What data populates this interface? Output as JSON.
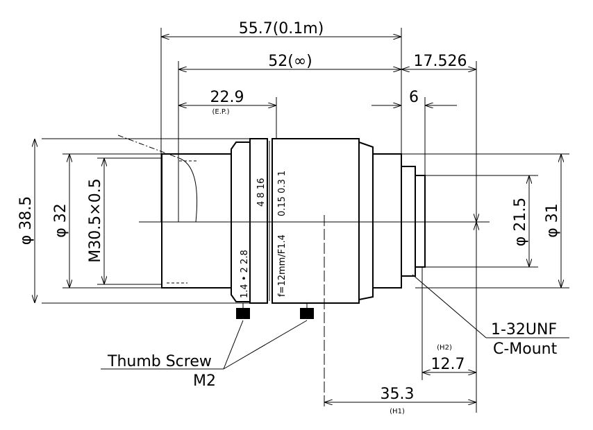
{
  "title": "12mm F1.4 C-Mount lens dimensional drawing",
  "dimensions": {
    "overall_close": "55.7(0.1m)",
    "overall_inf": "52(∞)",
    "flange_back": "17.526",
    "entrance_pupil": "22.9",
    "entrance_pupil_note": "(E.P.)",
    "mount_len": "6",
    "dia_outer": "φ 38.5",
    "dia_front": "φ 32",
    "filter_thread": "M30.5×0.5",
    "dia_rear": "φ 21.5",
    "dia_mount": "φ 31",
    "h2": "12.7",
    "h2_note": "(H2)",
    "h1": "35.3",
    "h1_note": "(H1)"
  },
  "lens_markings": {
    "focal": "f=12mm/F1.4",
    "iris": [
      "1.4",
      "•",
      "2",
      "2.8"
    ],
    "iris_far": [
      "4",
      "8",
      "16"
    ],
    "distance": [
      "0.15",
      "0.3",
      "1"
    ]
  },
  "callouts": {
    "thumb_screw": "Thumb Screw",
    "thumb_screw_size": "M2",
    "thread": "1-32UNF",
    "mount": "C-Mount"
  }
}
